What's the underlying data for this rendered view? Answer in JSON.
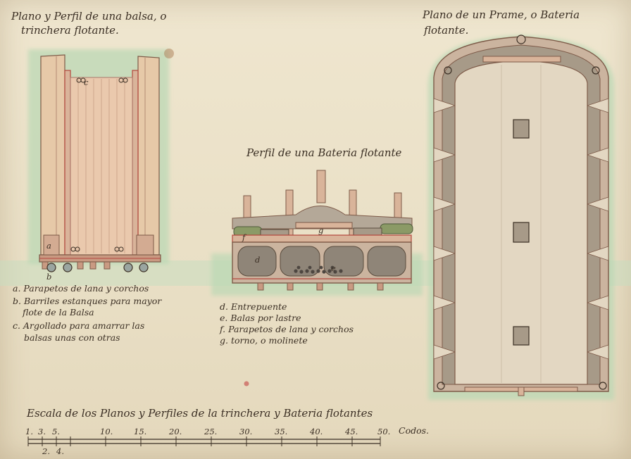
{
  "titles": {
    "raft_line1": "Plano y Perfil de una balsa, o",
    "raft_line2": "trinchera flotante.",
    "profile": "Perfil de una Bateria flotante",
    "prame_line1": "Plano de un Prame, o Bateria",
    "prame_line2": "flotante."
  },
  "raft_labels": {
    "a": "a",
    "b": "b",
    "c": "c"
  },
  "profile_labels": {
    "d": "d",
    "e": "e",
    "f": "f",
    "g": "g"
  },
  "legend_left": [
    "a. Parapetos de lana y corchos",
    "b. Barriles estanques para mayor",
    "flote de la Balsa",
    "c. Argollado para amarrar las",
    "balsas unas con otras"
  ],
  "legend_center": [
    "d. Entrepuente",
    "e. Balas por lastre",
    "f. Parapetos de lana y corchos",
    "g. torno, o molinete"
  ],
  "scale": {
    "title": "Escala de los Planos y Perfiles de la trinchera y Bateria flotantes",
    "ticks_top": [
      "1.",
      "3.",
      "5.",
      "10.",
      "15.",
      "20.",
      "25.",
      "30.",
      "35.",
      "40.",
      "45.",
      "50."
    ],
    "ticks_bottom": [
      "2.",
      "4."
    ],
    "unit": "Codos."
  },
  "colors": {
    "ink": "#3b2f24",
    "wood_light": "#e6c9a8",
    "wood_dark": "#a9786a",
    "red_line": "#b4473d",
    "water_green": "#b9d8b4",
    "hull_grey": "#a79a88",
    "parapet_green": "#8b9a66"
  }
}
